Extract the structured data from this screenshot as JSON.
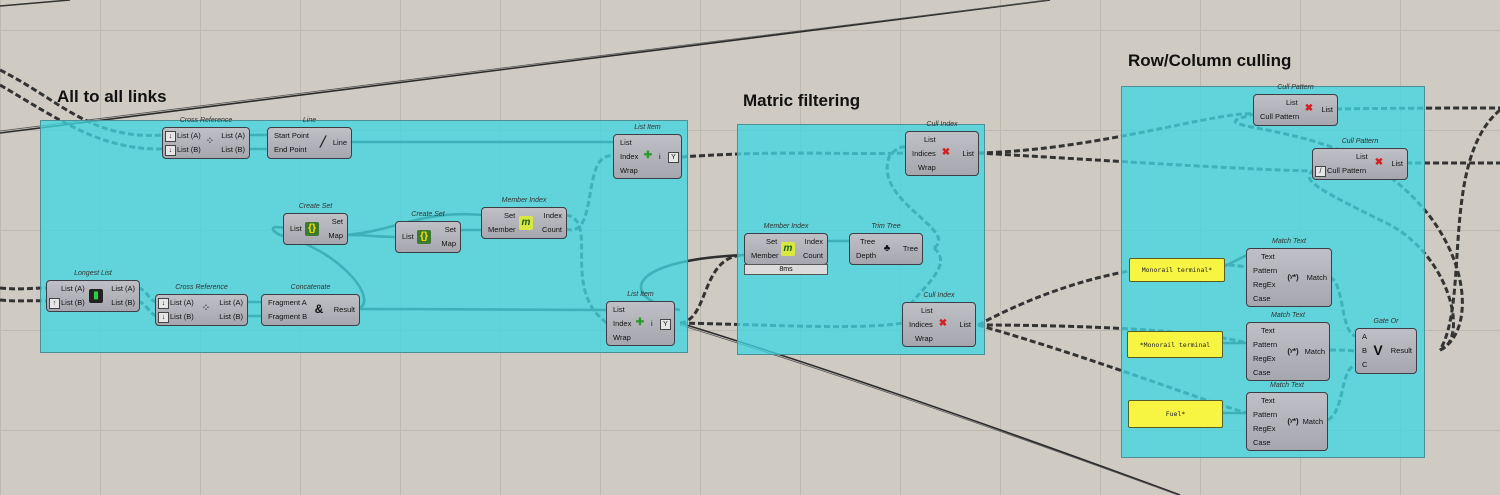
{
  "groups": {
    "all_to_all": "All to all  links",
    "matric": "Matric filtering",
    "rowcol": "Row/Column culling"
  },
  "cross_reference_top": {
    "title": "Cross Reference",
    "in_a": "List (A)",
    "in_b": "List (B)",
    "out_a": "List (A)",
    "out_b": "List (B)"
  },
  "line": {
    "title": "Line",
    "in_1": "Start Point",
    "in_2": "End Point",
    "out": "Line"
  },
  "list_item_top": {
    "title": "List Item",
    "in_1": "List",
    "in_2": "Index",
    "in_3": "Wrap",
    "flag": "i"
  },
  "create_set_1": {
    "title": "Create Set",
    "in": "List",
    "out_1": "Set",
    "out_2": "Map"
  },
  "create_set_2": {
    "title": "Create Set",
    "in": "List",
    "out_1": "Set",
    "out_2": "Map"
  },
  "member_index_1": {
    "title": "Member Index",
    "in_1": "Set",
    "in_2": "Member",
    "out_1": "Index",
    "out_2": "Count"
  },
  "longest_list": {
    "title": "Longest List",
    "in_a": "List (A)",
    "in_b": "List (B)",
    "out_a": "List (A)",
    "out_b": "List (B)"
  },
  "cross_reference_bottom": {
    "title": "Cross Reference",
    "in_a": "List (A)",
    "in_b": "List (B)",
    "out_a": "List (A)",
    "out_b": "List (B)"
  },
  "concatenate": {
    "title": "Concatenate",
    "in_1": "Fragment A",
    "in_2": "Fragment B",
    "out": "Result"
  },
  "list_item_bottom": {
    "title": "List Item",
    "in_1": "List",
    "in_2": "Index",
    "in_3": "Wrap",
    "flag": "i"
  },
  "cull_index_top": {
    "title": "Cull Index",
    "in_1": "List",
    "in_2": "Indices",
    "in_3": "Wrap",
    "out": "List"
  },
  "member_index_2": {
    "title": "Member Index",
    "in_1": "Set",
    "in_2": "Member",
    "out_1": "Index",
    "out_2": "Count",
    "timer": "8ms"
  },
  "trim_tree": {
    "title": "Trim Tree",
    "in_1": "Tree",
    "in_2": "Depth",
    "out": "Tree"
  },
  "cull_index_bottom": {
    "title": "Cull Index",
    "in_1": "List",
    "in_2": "Indices",
    "in_3": "Wrap",
    "out": "List"
  },
  "cull_pattern_1": {
    "title": "Cull Pattern",
    "in_1": "List",
    "in_2": "Cull Pattern",
    "out": "List"
  },
  "cull_pattern_2": {
    "title": "Cull Pattern",
    "in_1": "List",
    "in_2": "Cull Pattern",
    "out": "List"
  },
  "match_text_1": {
    "title": "Match Text",
    "in_1": "Text",
    "in_2": "Pattern",
    "in_3": "RegEx",
    "in_4": "Case",
    "out": "Match"
  },
  "match_text_2": {
    "title": "Match Text",
    "in_1": "Text",
    "in_2": "Pattern",
    "in_3": "RegEx",
    "in_4": "Case",
    "out": "Match"
  },
  "match_text_3": {
    "title": "Match Text",
    "in_1": "Text",
    "in_2": "Pattern",
    "in_3": "RegEx",
    "in_4": "Case",
    "out": "Match"
  },
  "gate_or": {
    "title": "Gate Or",
    "in_1": "A",
    "in_2": "B",
    "in_3": "C",
    "out": "Result"
  },
  "panels": {
    "panel_1": "Monorail terminal*",
    "panel_2": "*Monorail terminal",
    "panel_3": "Fuel*"
  },
  "icons": {
    "cross_reference": "cross-reference-dots-icon",
    "line": "line-pencil-icon",
    "list_item": "list-item-icon",
    "create_set": "create-set-icon",
    "member_index": "member-index-m-icon",
    "longest_list": "longest-list-icon",
    "concatenate": "ampersand-icon",
    "cull_index": "cull-index-icon",
    "trim_tree": "palm-tree-icon",
    "cull_pattern": "cull-pattern-icon",
    "match_text": "regex-match-icon",
    "gate_or": "or-gate-icon"
  },
  "colors": {
    "canvas": "#cfcbc3",
    "group": "#40d6e0",
    "component": "#aeb0b6",
    "panel": "#f7f542"
  }
}
